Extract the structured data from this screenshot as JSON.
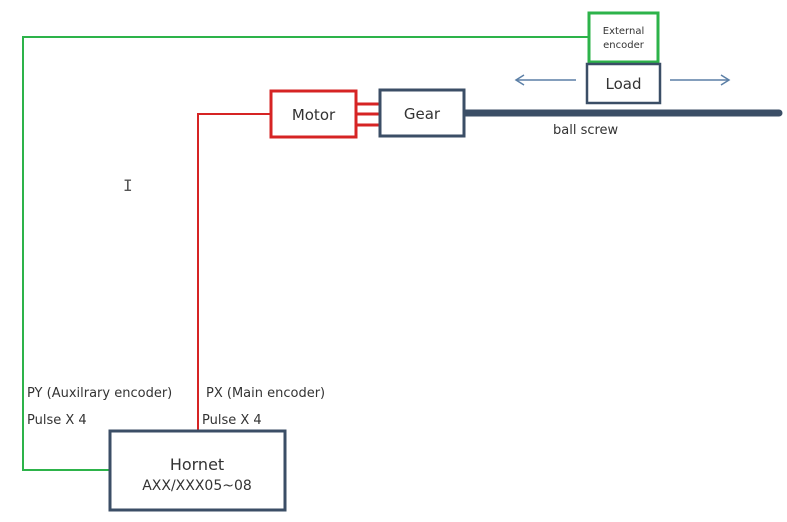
{
  "colors": {
    "green": "#2db34a",
    "red": "#d62424",
    "navy": "#3b4e66",
    "arrow": "#5b7fa6",
    "text": "#333333"
  },
  "components": {
    "external_encoder": {
      "line1": "External",
      "line2": "encoder"
    },
    "load": "Load",
    "motor": "Motor",
    "gear": "Gear",
    "ball_screw": "ball screw",
    "controller": {
      "line1": "Hornet",
      "line2": "AXX/XXX05~08"
    }
  },
  "labels": {
    "py": "PY (Auxilrary encoder)",
    "px": "PX (Main encoder)",
    "pulse_left": "Pulse X 4",
    "pulse_right": "Pulse X 4"
  },
  "cursor_icon": "text-cursor-icon",
  "cursor_glyph": "I"
}
